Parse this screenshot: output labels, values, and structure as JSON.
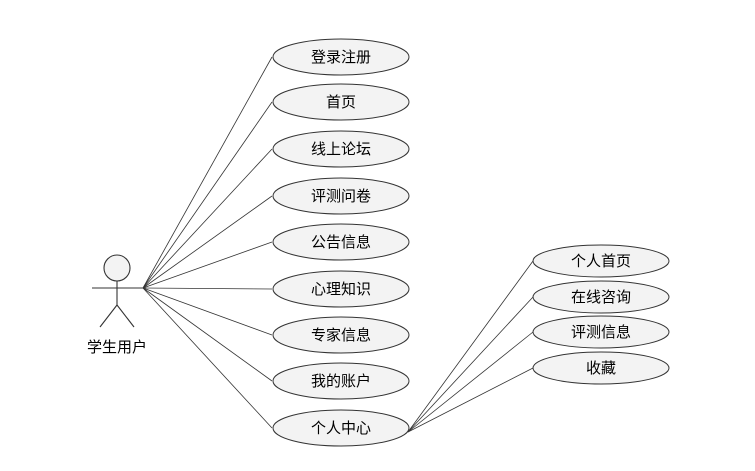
{
  "actor": {
    "name": "学生用户",
    "icon": "stick-figure-actor-icon"
  },
  "use_cases": [
    {
      "id": "register",
      "label": "登录注册"
    },
    {
      "id": "home",
      "label": "首页"
    },
    {
      "id": "forum",
      "label": "线上论坛"
    },
    {
      "id": "questionnaire",
      "label": "评测问卷"
    },
    {
      "id": "notice",
      "label": "公告信息"
    },
    {
      "id": "knowledge",
      "label": "心理知识"
    },
    {
      "id": "expert",
      "label": "专家信息"
    },
    {
      "id": "account",
      "label": "我的账户"
    },
    {
      "id": "personal_center",
      "label": "个人中心"
    }
  ],
  "personal_center_children": [
    {
      "id": "personal_home",
      "label": "个人首页"
    },
    {
      "id": "online_consult",
      "label": "在线咨询"
    },
    {
      "id": "test_info",
      "label": "评测信息"
    },
    {
      "id": "favorites",
      "label": "收藏"
    }
  ],
  "colors": {
    "ellipse_fill": "#f3f3f3",
    "stroke": "#333333",
    "text": "#000000"
  }
}
